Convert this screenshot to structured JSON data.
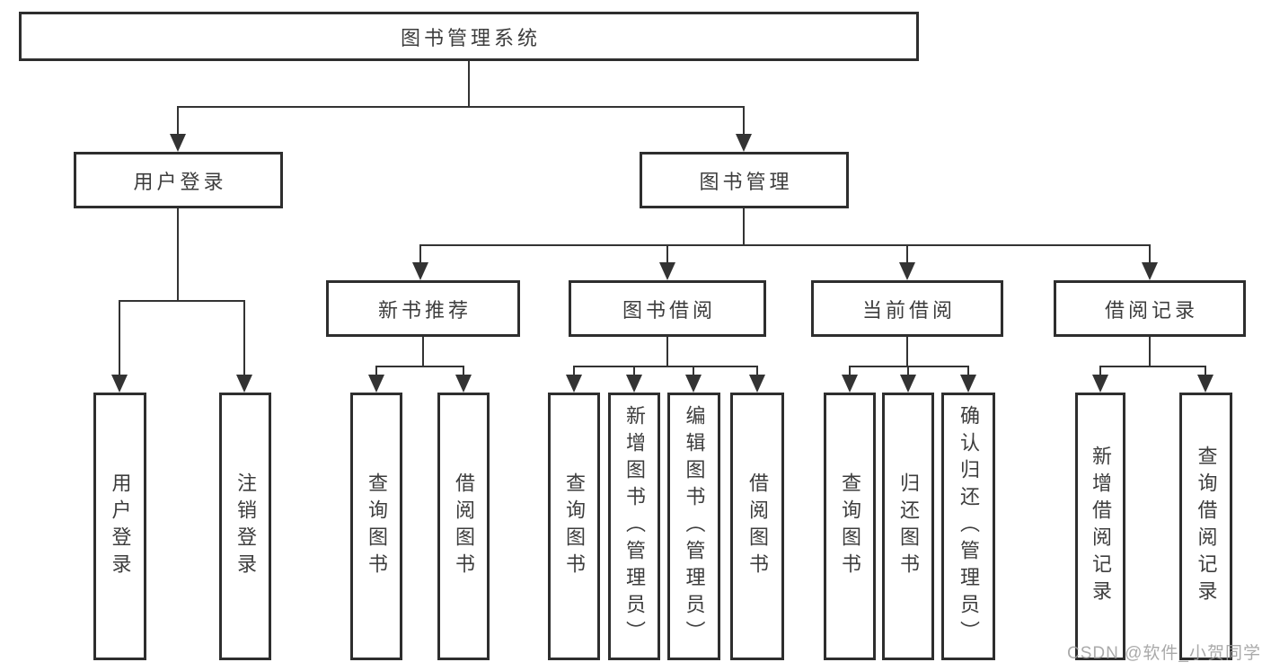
{
  "diagram_title": "图书管理系统",
  "nodes": {
    "root": {
      "label": "图书管理系统",
      "level": 1
    },
    "login": {
      "label": "用户登录",
      "level": 2
    },
    "mgmt": {
      "label": "图书管理",
      "level": 2
    },
    "rec": {
      "label": "新书推荐",
      "level": 3
    },
    "borrow": {
      "label": "图书借阅",
      "level": 3
    },
    "current": {
      "label": "当前借阅",
      "level": 3
    },
    "history": {
      "label": "借阅记录",
      "level": 3
    },
    "login_user": {
      "label": "用户登录",
      "level": 4
    },
    "login_logout": {
      "label": "注销登录",
      "level": 4
    },
    "rec_query": {
      "label": "查询图书",
      "level": 4
    },
    "rec_borrow": {
      "label": "借阅图书",
      "level": 4
    },
    "borrow_query": {
      "label": "查询图书",
      "level": 4
    },
    "borrow_add": {
      "label": "新增图书（管理员）",
      "level": 4
    },
    "borrow_edit": {
      "label": "编辑图书（管理员）",
      "level": 4
    },
    "borrow_lend": {
      "label": "借阅图书",
      "level": 4
    },
    "cur_query": {
      "label": "查询图书",
      "level": 4
    },
    "cur_return": {
      "label": "归还图书",
      "level": 4
    },
    "cur_confirm": {
      "label": "确认归还（管理员）",
      "level": 4
    },
    "hist_add": {
      "label": "新增借阅记录",
      "level": 4
    },
    "hist_query": {
      "label": "查询借阅记录",
      "level": 4
    }
  },
  "edges": [
    [
      "root",
      "login"
    ],
    [
      "root",
      "mgmt"
    ],
    [
      "login",
      "login_user"
    ],
    [
      "login",
      "login_logout"
    ],
    [
      "mgmt",
      "rec"
    ],
    [
      "mgmt",
      "borrow"
    ],
    [
      "mgmt",
      "current"
    ],
    [
      "mgmt",
      "history"
    ],
    [
      "rec",
      "rec_query"
    ],
    [
      "rec",
      "rec_borrow"
    ],
    [
      "borrow",
      "borrow_query"
    ],
    [
      "borrow",
      "borrow_add"
    ],
    [
      "borrow",
      "borrow_edit"
    ],
    [
      "borrow",
      "borrow_lend"
    ],
    [
      "current",
      "cur_query"
    ],
    [
      "current",
      "cur_return"
    ],
    [
      "current",
      "cur_confirm"
    ],
    [
      "history",
      "hist_add"
    ],
    [
      "history",
      "hist_query"
    ]
  ],
  "watermark": {
    "text": "CSDN @软件_小贺同学",
    "color": "#9b9b9b"
  },
  "colors": {
    "background": "#ffffff",
    "box_border": "#2e2e2e",
    "line": "#333333",
    "text": "#3d3d3d"
  }
}
